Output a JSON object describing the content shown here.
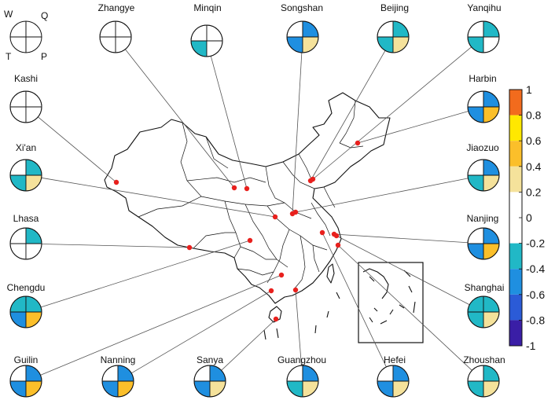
{
  "legend_key": {
    "quadrant_labels": {
      "top_left": "W",
      "top_right": "Q",
      "bottom_left": "T",
      "bottom_right": "P"
    }
  },
  "colorbar": {
    "ticks": [
      "1",
      "0.8",
      "0.6",
      "0.4",
      "0.2",
      "0",
      "-0.2",
      "-0.4",
      "-0.6",
      "-0.8",
      "-1"
    ],
    "range": [
      -1,
      1
    ],
    "bins": [
      {
        "from": 0.8,
        "to": 1.0,
        "color": "#f26b1d"
      },
      {
        "from": 0.6,
        "to": 0.8,
        "color": "#ffe800"
      },
      {
        "from": 0.4,
        "to": 0.6,
        "color": "#fbbf2a"
      },
      {
        "from": 0.2,
        "to": 0.4,
        "color": "#f5e29b"
      },
      {
        "from": 0.0,
        "to": 0.2,
        "color": "#ffffff"
      },
      {
        "from": -0.2,
        "to": 0.0,
        "color": "#ffffff"
      },
      {
        "from": -0.4,
        "to": -0.2,
        "color": "#21b8c6"
      },
      {
        "from": -0.6,
        "to": -0.4,
        "color": "#1f8fe0"
      },
      {
        "from": -0.8,
        "to": -0.6,
        "color": "#2b5bd7"
      },
      {
        "from": -1.0,
        "to": -0.8,
        "color": "#3a1ea6"
      }
    ]
  },
  "colors": {
    "boundary": "#111111",
    "site_marker": "#e8201d",
    "leader_line": "#555555"
  },
  "stations": [
    {
      "name": "Zhangye",
      "W": "#ffffff",
      "Q": "#ffffff",
      "T": "#ffffff",
      "P": "#ffffff"
    },
    {
      "name": "Minqin",
      "W": "#ffffff",
      "Q": "#ffffff",
      "T": "#21b8c6",
      "P": "#ffffff"
    },
    {
      "name": "Songshan",
      "W": "#ffffff",
      "Q": "#1f8fe0",
      "T": "#1f8fe0",
      "P": "#f5e29b"
    },
    {
      "name": "Beijing",
      "W": "#ffffff",
      "Q": "#21b8c6",
      "T": "#21b8c6",
      "P": "#f5e29b"
    },
    {
      "name": "Yanqihu",
      "W": "#ffffff",
      "Q": "#21b8c6",
      "T": "#21b8c6",
      "P": "#ffffff"
    },
    {
      "name": "Kashi",
      "W": "#ffffff",
      "Q": "#ffffff",
      "T": "#ffffff",
      "P": "#ffffff"
    },
    {
      "name": "Harbin",
      "W": "#ffffff",
      "Q": "#1f8fe0",
      "T": "#1f8fe0",
      "P": "#fbbf2a"
    },
    {
      "name": "Xi'an",
      "W": "#ffffff",
      "Q": "#21b8c6",
      "T": "#21b8c6",
      "P": "#f5e29b"
    },
    {
      "name": "Jiaozuo",
      "W": "#ffffff",
      "Q": "#1f8fe0",
      "T": "#21b8c6",
      "P": "#f5e29b"
    },
    {
      "name": "Lhasa",
      "W": "#ffffff",
      "Q": "#21b8c6",
      "T": "#ffffff",
      "P": "#ffffff"
    },
    {
      "name": "Nanjing",
      "W": "#ffffff",
      "Q": "#1f8fe0",
      "T": "#1f8fe0",
      "P": "#fbbf2a"
    },
    {
      "name": "Chengdu",
      "W": "#21b8c6",
      "Q": "#21b8c6",
      "T": "#1f8fe0",
      "P": "#fbbf2a"
    },
    {
      "name": "Shanghai",
      "W": "#21b8c6",
      "Q": "#21b8c6",
      "T": "#21b8c6",
      "P": "#f5e29b"
    },
    {
      "name": "Guilin",
      "W": "#ffffff",
      "Q": "#1f8fe0",
      "T": "#1f8fe0",
      "P": "#fbbf2a"
    },
    {
      "name": "Nanning",
      "W": "#ffffff",
      "Q": "#1f8fe0",
      "T": "#1f8fe0",
      "P": "#fbbf2a"
    },
    {
      "name": "Sanya",
      "W": "#ffffff",
      "Q": "#1f8fe0",
      "T": "#1f8fe0",
      "P": "#f5e29b"
    },
    {
      "name": "Guangzhou",
      "W": "#ffffff",
      "Q": "#1f8fe0",
      "T": "#21b8c6",
      "P": "#f5e29b"
    },
    {
      "name": "Hefei",
      "W": "#ffffff",
      "Q": "#1f8fe0",
      "T": "#1f8fe0",
      "P": "#f5e29b"
    },
    {
      "name": "Zhoushan",
      "W": "#ffffff",
      "Q": "#21b8c6",
      "T": "#21b8c6",
      "P": "#f5e29b"
    }
  ]
}
